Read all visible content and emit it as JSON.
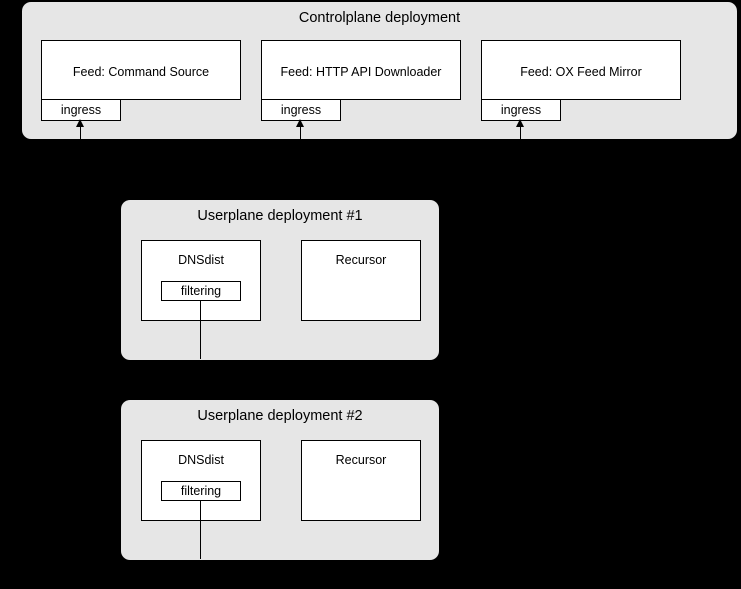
{
  "diagram": {
    "background_color": "#000000",
    "panel_color": "#e6e6e6",
    "box_color": "#ffffff",
    "line_color": "#000000"
  },
  "controlplane": {
    "title": "Controlplane deployment",
    "feeds": [
      {
        "label": "Feed: Command Source",
        "ingress_label": "ingress"
      },
      {
        "label": "Feed: HTTP API Downloader",
        "ingress_label": "ingress"
      },
      {
        "label": "Feed: OX Feed Mirror",
        "ingress_label": "ingress"
      }
    ]
  },
  "userplanes": [
    {
      "title": "Userplane deployment #1",
      "dnsdist": {
        "label": "DNSdist",
        "sub_label": "filtering"
      },
      "recursor": {
        "label": "Recursor"
      }
    },
    {
      "title": "Userplane deployment #2",
      "dnsdist": {
        "label": "DNSdist",
        "sub_label": "filtering"
      },
      "recursor": {
        "label": "Recursor"
      }
    }
  ]
}
